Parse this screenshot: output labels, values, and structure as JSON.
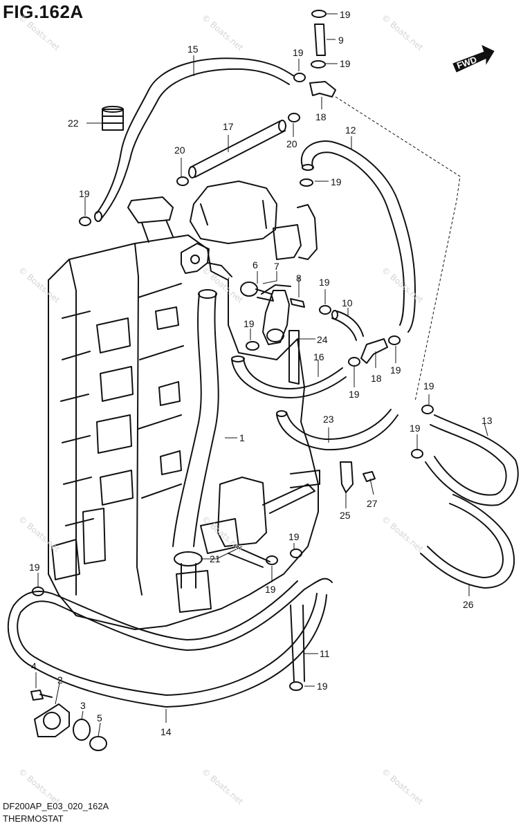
{
  "figure": {
    "title": "FIG.162A",
    "code": "DF200AP_E03_020_162A",
    "name": "THERMOSTAT",
    "fwd_label": "FWD",
    "watermark": "© Boats.net"
  },
  "callouts": [
    {
      "id": "19a",
      "label": "19"
    },
    {
      "id": "9",
      "label": "9"
    },
    {
      "id": "19b",
      "label": "19"
    },
    {
      "id": "15",
      "label": "15"
    },
    {
      "id": "19c",
      "label": "19"
    },
    {
      "id": "18a",
      "label": "18"
    },
    {
      "id": "22",
      "label": "22"
    },
    {
      "id": "17",
      "label": "17"
    },
    {
      "id": "20a",
      "label": "20"
    },
    {
      "id": "12",
      "label": "12"
    },
    {
      "id": "20b",
      "label": "20"
    },
    {
      "id": "19d",
      "label": "19"
    },
    {
      "id": "19e",
      "label": "19"
    },
    {
      "id": "6",
      "label": "6"
    },
    {
      "id": "7",
      "label": "7"
    },
    {
      "id": "8",
      "label": "8"
    },
    {
      "id": "19f",
      "label": "19"
    },
    {
      "id": "10",
      "label": "10"
    },
    {
      "id": "19g",
      "label": "19"
    },
    {
      "id": "24",
      "label": "24"
    },
    {
      "id": "16",
      "label": "16"
    },
    {
      "id": "18b",
      "label": "18"
    },
    {
      "id": "19h",
      "label": "19"
    },
    {
      "id": "19i",
      "label": "19"
    },
    {
      "id": "19j",
      "label": "19"
    },
    {
      "id": "23",
      "label": "23"
    },
    {
      "id": "13",
      "label": "13"
    },
    {
      "id": "19k",
      "label": "19"
    },
    {
      "id": "1",
      "label": "1"
    },
    {
      "id": "27",
      "label": "27"
    },
    {
      "id": "25",
      "label": "25"
    },
    {
      "id": "26",
      "label": "26"
    },
    {
      "id": "21",
      "label": "21"
    },
    {
      "id": "19l",
      "label": "19"
    },
    {
      "id": "19m",
      "label": "19"
    },
    {
      "id": "19n",
      "label": "19"
    },
    {
      "id": "11",
      "label": "11"
    },
    {
      "id": "19o",
      "label": "19"
    },
    {
      "id": "4",
      "label": "4"
    },
    {
      "id": "2",
      "label": "2"
    },
    {
      "id": "3",
      "label": "3"
    },
    {
      "id": "5",
      "label": "5"
    },
    {
      "id": "14",
      "label": "14"
    }
  ]
}
